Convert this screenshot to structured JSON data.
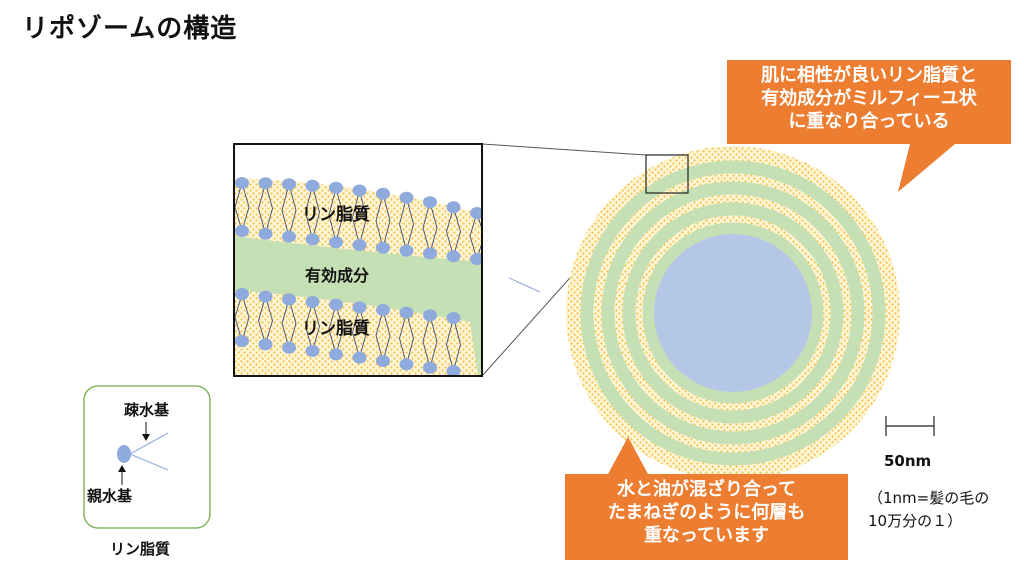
{
  "title": "リポゾームの構造",
  "callouts": {
    "top": [
      "肌に相性が良いリン脂質と",
      "有効成分がミルフィーユ状",
      "に重なり合っている"
    ],
    "bottom": [
      "水と油が混ざり合って",
      "たまねぎのように何層も",
      "重なっています"
    ]
  },
  "inset": {
    "labels": [
      "リン脂質",
      "有効成分",
      "リン脂質"
    ]
  },
  "legend": {
    "title": "リン脂質",
    "hydrophobic": "疎水基",
    "hydrophilic": "親水基"
  },
  "scale": {
    "label": "50nm",
    "note_line1": "（1nm=髪の毛の",
    "note_line2": "10万分の１）"
  },
  "colors": {
    "callout": "#ed7d31",
    "water_core": "#b4c7e7",
    "active_ingredient": "#c5e0b4",
    "phospholipid": "#ffd966",
    "head": "#8faadc",
    "legend_border": "#70ad47"
  }
}
